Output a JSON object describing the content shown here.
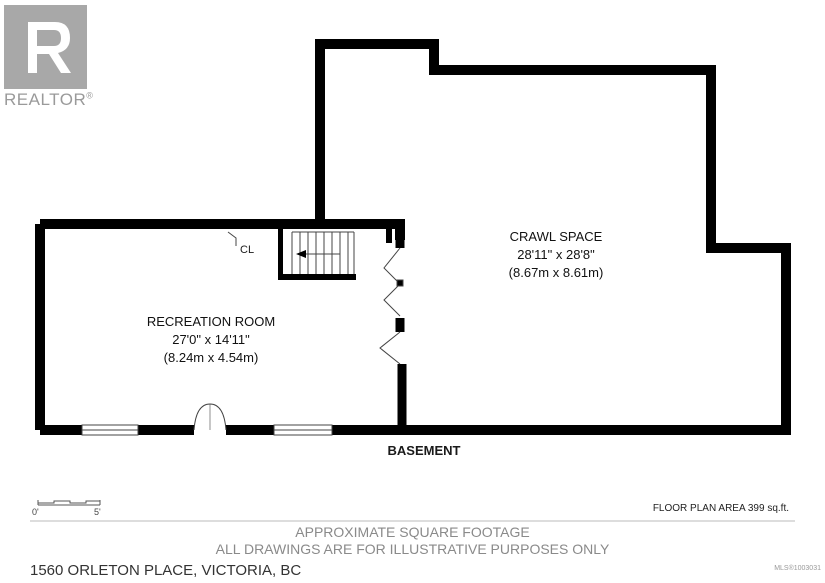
{
  "logo": {
    "text": "REALTOR",
    "mark": "®",
    "icon": "realtor-r-logo-icon",
    "color": "#a8a8a8"
  },
  "rooms": {
    "crawl_space": {
      "name": "CRAWL SPACE",
      "dims_imperial": "28'11\" x 28'8\"",
      "dims_metric": "(8.67m x 8.61m)"
    },
    "recreation_room": {
      "name": "RECREATION ROOM",
      "dims_imperial": "27'0\" x 14'11\"",
      "dims_metric": "(8.24m x 4.54m)"
    },
    "closet": {
      "name": "CL"
    }
  },
  "floor_label": "BASEMENT",
  "scale_bar": {
    "start": "0'",
    "end": "5'"
  },
  "floor_plan_area": "FLOOR PLAN AREA 399 sq.ft.",
  "disclaimer": {
    "line1": "APPROXIMATE SQUARE FOOTAGE",
    "line2": "ALL DRAWINGS ARE FOR ILLUSTRATIVE PURPOSES ONLY"
  },
  "address": "1560 ORLETON PLACE, VICTORIA, BC",
  "mls_number": "MLS®1003031",
  "colors": {
    "wall": "#000000",
    "text_gray": "#8a8a8a"
  }
}
